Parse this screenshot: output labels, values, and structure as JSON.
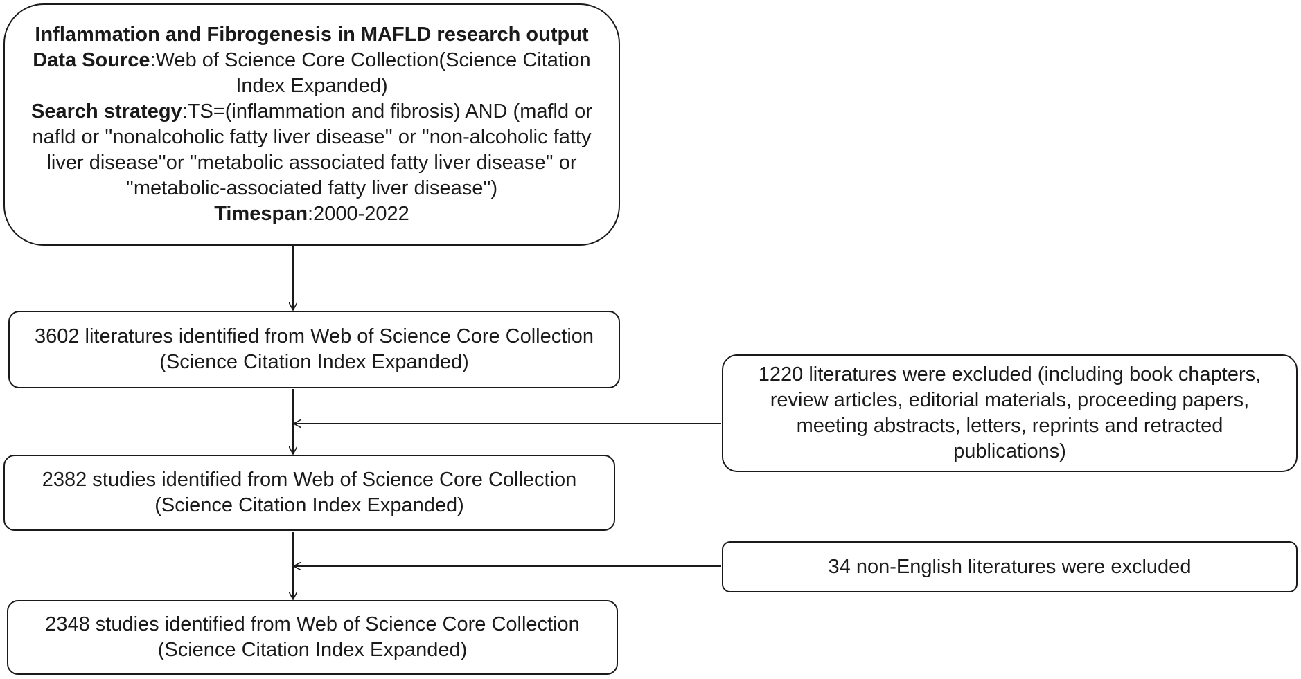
{
  "search_box": {
    "title": "Inflammation and Fibrogenesis in MAFLD research output",
    "data_source_label": "Data Source",
    "data_source_value": ":Web of Science Core Collection(Science Citation Index Expanded)",
    "strategy_label": "Search strategy",
    "strategy_value": ":TS=(inflammation  and  fibrosis) AND (mafld or nafld or ''nonalcoholic fatty liver disease'' or ''non-alcoholic fatty liver disease''or ''metabolic associated fatty liver disease'' or ''metabolic-associated fatty liver disease'')",
    "timespan_label": "Timespan",
    "timespan_value": ":2000-2022"
  },
  "identified_box": {
    "text": "3602 literatures identified from  Web of Science Core Collection (Science Citation Index Expanded)"
  },
  "excluded_types_box": {
    "text": "1220 literatures were excluded (including book chapters, review articles, editorial materials, proceeding papers, meeting  abstracts, letters, reprints and retracted publications)"
  },
  "studies_box_1": {
    "text": "2382 studies identified from Web of Science Core Collection (Science Citation Index Expanded)"
  },
  "non_english_box": {
    "text": "34 non-English literatures were excluded"
  },
  "studies_box_2": {
    "text": "2348 studies identified from Web of Science Core Collection (Science Citation Index Expanded)"
  }
}
